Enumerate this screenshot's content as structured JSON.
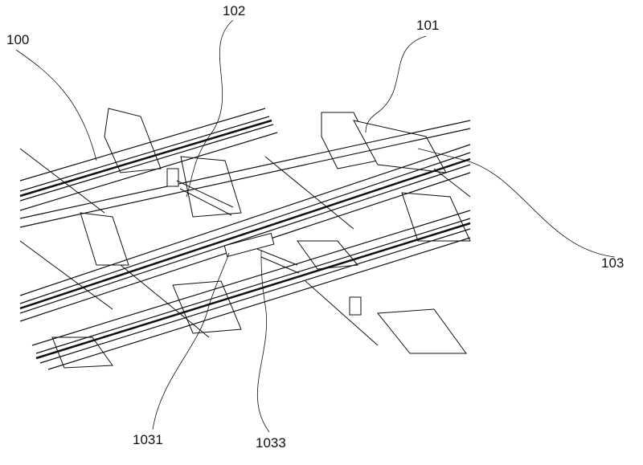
{
  "figure": {
    "labels": {
      "track_assembly": "100",
      "sleeper": "101",
      "connector": "102",
      "rail": "103",
      "sensor_plate": "1031",
      "sensor_mount": "1033"
    }
  },
  "colors": {
    "line": "#111111",
    "background": "#ffffff"
  }
}
